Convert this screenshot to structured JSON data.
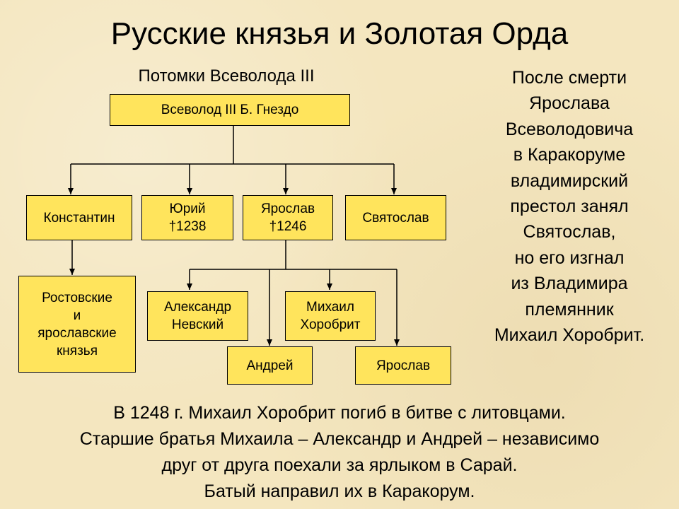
{
  "title": "Русские князья и Золотая Орда",
  "tree": {
    "heading": "Потомки Всеволода III",
    "root": "Всеволод III Б. Гнездо",
    "konstantin": "Константин",
    "yuri": "Юрий\n†1238",
    "yaroslav": "Ярослав\n†1246",
    "svyatoslav": "Святослав",
    "rostov": "Ростовские\nи\nярославские\nкнязья",
    "alexander": "Александр\nНевский",
    "mikhail": "Михаил\nХоробрит",
    "andrei": "Андрей",
    "yaroslav_son": "Ярослав"
  },
  "side_note": [
    "После смерти",
    "Ярослава",
    "Всеволодовича",
    "в Каракоруме",
    "владимирский",
    "престол занял",
    "Святослав,",
    "но его изгнал",
    "из Владимира",
    "племянник",
    "Михаил Хоробрит."
  ],
  "bottom_note": [
    "В 1248 г. Михаил Хоробрит погиб в битве с литовцами.",
    "Старшие братья Михаила – Александр и Андрей – независимо",
    "друг от друга поехали за ярлыком в Сарай.",
    "Батый направил их в Каракорум."
  ],
  "colors": {
    "box_fill": "#ffe45c",
    "background": "#f4e6bf"
  }
}
